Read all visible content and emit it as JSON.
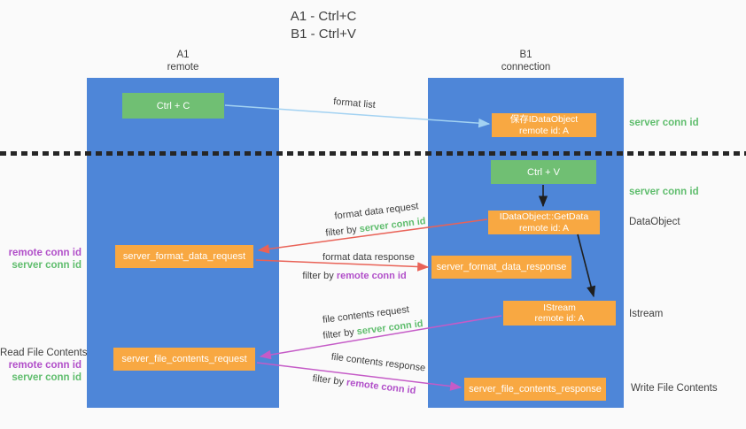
{
  "title": {
    "line1": "A1 - Ctrl+C",
    "line2": "B1 - Ctrl+V"
  },
  "lanes": {
    "a": {
      "name": "A1",
      "subtitle": "remote"
    },
    "b": {
      "name": "B1",
      "subtitle": "connection"
    }
  },
  "nodes": {
    "ctrl_c": {
      "label": "Ctrl + C"
    },
    "ctrl_v": {
      "label": "Ctrl + V"
    },
    "save_dataobject": {
      "line1": "保存IDataObject",
      "line2": "remote id: A"
    },
    "getdata": {
      "line1": "IDataObject::GetData",
      "line2": "remote id: A"
    },
    "istream": {
      "line1": "IStream",
      "line2": "remote id: A"
    },
    "format_request": {
      "label": "server_format_data_request"
    },
    "format_response": {
      "label": "server_format_data_response"
    },
    "file_request": {
      "label": "server_file_contents_request"
    },
    "file_response": {
      "label": "server_file_contents_response"
    }
  },
  "arrow_labels": {
    "format_list": "format list",
    "format_data_request": "format data request",
    "format_data_response": "format data response",
    "file_contents_request": "file contents request",
    "file_contents_response": "file contents response",
    "filter_by": "filter by ",
    "server_conn_id": "server conn id",
    "remote_conn_id": "remote conn id"
  },
  "right_labels": {
    "server_conn_id_top": "server conn id",
    "server_conn_id_mid": "server conn id",
    "dataobject": "DataObject",
    "istream": "Istream",
    "write_file_contents": "Write File Contents"
  },
  "left_labels": {
    "remote_conn_id_1": "remote conn id",
    "server_conn_id_1": "server conn id",
    "read_file_contents": "Read File Contents",
    "remote_conn_id_2": "remote conn id",
    "server_conn_id_2": "server conn id"
  },
  "colors": {
    "background": "#fafafa",
    "lane_blue": "#4e86d8",
    "node_green": "#70bf73",
    "node_orange": "#f8a842",
    "arrow_red": "#e96257",
    "arrow_magenta": "#c55bc7",
    "arrow_blue": "#a3d2f2",
    "arrow_black": "#1f1f1f",
    "text_green": "#5fbd6d",
    "text_purple": "#b14fc9",
    "text_dark": "#3f3f3f"
  }
}
